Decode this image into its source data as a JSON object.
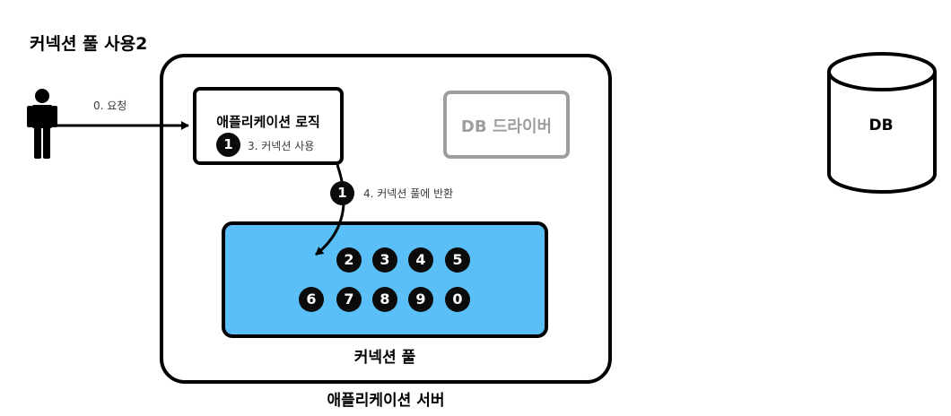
{
  "title": "커넥션 풀 사용2",
  "app_server": {
    "label": "애플리케이션 서버"
  },
  "app_logic": {
    "label": "애플리케이션 로직"
  },
  "db_driver": {
    "label": "DB 드라이버"
  },
  "connection_pool": {
    "label": "커넥션 풀",
    "row1": [
      "2",
      "3",
      "4",
      "5"
    ],
    "row2": [
      "6",
      "7",
      "8",
      "9",
      "0"
    ]
  },
  "db": {
    "label": "DB"
  },
  "steps": {
    "request": "0. 요청",
    "use_connection": "3. 커넥션 사용",
    "return_connection": "4. 커넥션 풀에 반환"
  },
  "active_connection": "1",
  "colors": {
    "pool_fill": "#5bbff7",
    "driver_gray": "#9e9e9e",
    "line": "#000000"
  },
  "icons": {
    "client": "person-icon",
    "database": "database-cylinder-icon"
  }
}
